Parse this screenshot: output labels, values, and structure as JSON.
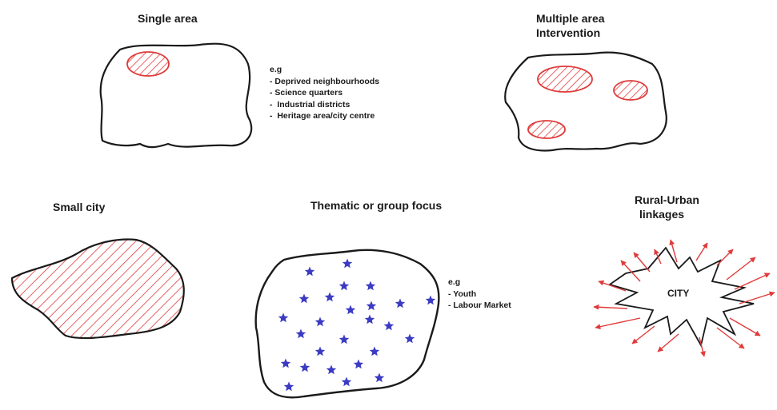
{
  "colors": {
    "outline": "#1a1a1a",
    "hatch": "#e03a3a",
    "star": "#3b3bc4",
    "arrow": "#e03a3a"
  },
  "panels": {
    "single_area": {
      "title": "Single area",
      "examples_heading": "e.g",
      "examples": [
        "- Deprived neighbourhoods",
        "- Science quarters",
        "-  Industrial districts",
        "-  Heritage area/city centre"
      ]
    },
    "multiple_area": {
      "title_line1": "Multiple area",
      "title_line2": "Intervention"
    },
    "small_city": {
      "title": "Small city"
    },
    "thematic": {
      "title": "Thematic or group focus",
      "examples_heading": "e.g",
      "examples": [
        "- Youth",
        "- Labour Market"
      ]
    },
    "rural_urban": {
      "title_line1": "Rural-Urban",
      "title_line2": "linkages",
      "city_label": "CITY"
    }
  },
  "icons": {
    "star": "star-icon",
    "arrow": "arrow-icon"
  }
}
